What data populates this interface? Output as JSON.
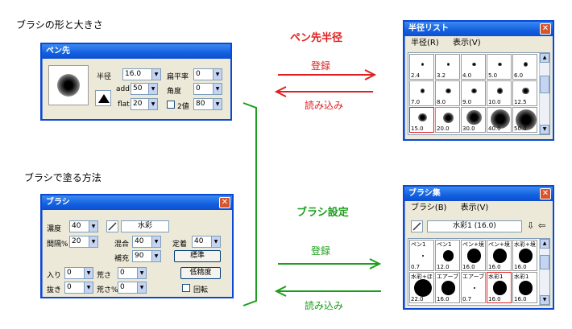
{
  "headings": {
    "shape": "ブラシの形と大きさ",
    "paint": "ブラシで塗る方法",
    "radius": "ペン先半径",
    "brush_setting": "ブラシ設定"
  },
  "arrows": {
    "top_register": "登録",
    "top_load": "読み込み",
    "bottom_register": "登録",
    "bottom_load": "読み込み"
  },
  "colors": {
    "red": "#e02020",
    "green": "#1c9e1c",
    "title_blue": "#1360e0"
  },
  "pen_window": {
    "title": "ペン先",
    "radius_label": "半径",
    "radius_value": "16.0",
    "flatness_label": "扁平率",
    "flatness_value": "0",
    "add_label": "add",
    "add_value": "50",
    "angle_label": "角度",
    "angle_value": "0",
    "flat_label": "flat",
    "flat_value": "20",
    "binary_label": "2値",
    "binary_value": "80"
  },
  "radius_window": {
    "title": "半径リスト",
    "menu": [
      "半径(R)",
      "表示(V)"
    ],
    "values": [
      "2.4",
      "3.2",
      "4.0",
      "5.0",
      "6.0",
      "7.0",
      "8.0",
      "9.0",
      "10.0",
      "12.5",
      "15.0",
      "20.0",
      "30.0",
      "40.0",
      "50.0"
    ]
  },
  "brush_window": {
    "title": "ブラシ",
    "density_label": "濃度",
    "density_value": "40",
    "style_value": "水彩",
    "interval_label": "間隔%",
    "interval_value": "20",
    "mix_label": "混合",
    "mix_value": "40",
    "fix_label": "定着",
    "fix_value": "40",
    "fill_label": "補充",
    "fill_value": "90",
    "standard_button": "標準",
    "in_label": "入り",
    "in_value": "0",
    "rough_label": "荒さ",
    "rough_value": "0",
    "low_precision_button": "低精度",
    "out_label": "抜き",
    "out_value": "0",
    "rough2_label": "荒さ%",
    "rough2_value": "0",
    "rotate_label": "回転"
  },
  "brushset_window": {
    "title": "ブラシ集",
    "menu": [
      "ブラシ(B)",
      "表示(V)"
    ],
    "current": "水彩1 (16.0)",
    "row1": [
      {
        "name": "ペン1",
        "size": "0.7"
      },
      {
        "name": "ペン1",
        "size": "12.0"
      },
      {
        "name": "ペン+境",
        "size": "16.0"
      },
      {
        "name": "ペン+境",
        "size": "16.0"
      },
      {
        "name": "水彩+境",
        "size": "16.0"
      }
    ],
    "row2": [
      {
        "name": "水彩+ほ",
        "size": "22.0"
      },
      {
        "name": "エアーブ",
        "size": "16.0"
      },
      {
        "name": "エアーブ",
        "size": "0.7"
      },
      {
        "name": "水彩1",
        "size": "16.0"
      },
      {
        "name": "水彩1",
        "size": "16.0"
      }
    ]
  }
}
